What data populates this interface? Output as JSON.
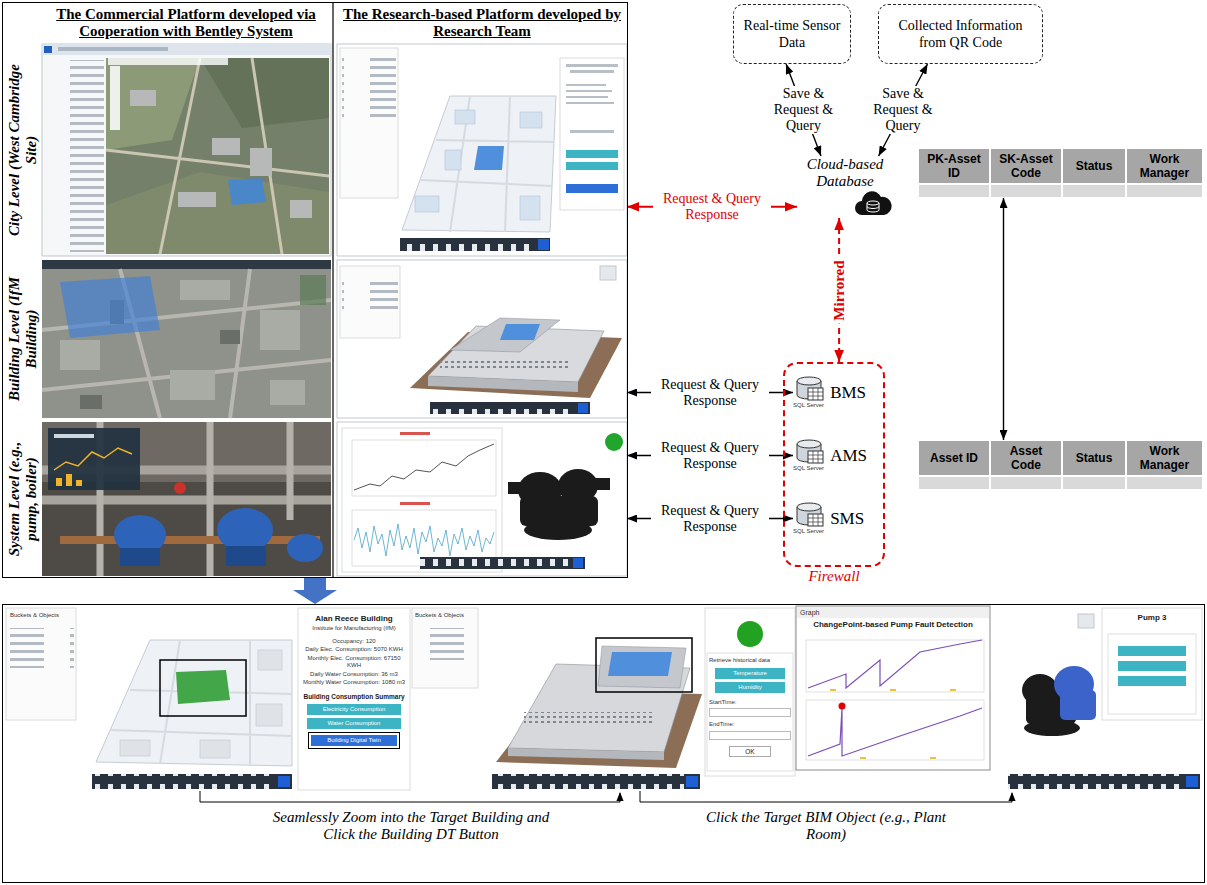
{
  "diagram": {
    "nodes": [
      {
        "text": [
          "The Commercial Platform developed via Cooperation with Bentley System",
          "The Research-based Platform developed by Research Team"
        ]
      },
      {
        "text": [
          "City Level (West Cambridge Site)"
        ],
        "in": 0
      },
      {
        "text": [
          "Building Level (IfM Building)"
        ],
        "in": 0
      },
      {
        "text": [
          "System Level (e.g., pump, boiler)"
        ],
        "in": 0
      },
      {
        "text": [
          "Real-time Sensor Data"
        ]
      },
      {
        "text": [
          "Collected Information from QR Code"
        ]
      },
      {
        "text": [
          "Cloud-based Database"
        ]
      },
      {
        "text": [
          "PK-Asset ID",
          "SK-Asset Code",
          "Status",
          "Work Manager"
        ]
      },
      {
        "text": [
          "Asset ID",
          "Asset Code",
          "Status",
          "Work Manager"
        ]
      },
      {
        "text": [
          "Firewall"
        ]
      },
      {
        "text": [
          "SQL Server",
          "BMS"
        ],
        "in": 9
      },
      {
        "text": [
          "SQL Server",
          "AMS"
        ],
        "in": 9
      },
      {
        "text": [
          "SQL Server",
          "SMS"
        ],
        "in": 9
      },
      {
        "text": [
          "Seamlessly Zoom into the Target Building and Click the Building DT Button",
          "Click the Target BIM Object (e.g., Plant Room)"
        ]
      }
    ],
    "edges": [
      {
        "from": 4,
        "to": 6,
        "label": "Save & Request & Query",
        "arrow": "both"
      },
      {
        "from": 5,
        "to": 6,
        "label": "Save & Request & Query",
        "arrow": "both"
      },
      {
        "from": 1,
        "to": 6,
        "label": "Request & Query Response",
        "arrow": "both"
      },
      {
        "from": 6,
        "to": 9,
        "label": "Mirrored",
        "arrow": "both"
      },
      {
        "from": 2,
        "to": 10,
        "label": "Request & Query Response",
        "arrow": "both"
      },
      {
        "from": 3,
        "to": 11,
        "label": "Request & Query Response",
        "arrow": "both"
      },
      {
        "from": 3,
        "to": 12,
        "label": "Request & Query Response",
        "arrow": "both"
      },
      {
        "from": 7,
        "to": 8,
        "arrow": "both"
      },
      {
        "from": 0,
        "to": 13,
        "arrow": "to"
      }
    ],
    "labels": [
      "Buckets & Objects",
      "Alan Reece Building",
      "Institute for Manufacturing (IfM)",
      "Occupancy: 120",
      "Daily Elec. Consumption: 5070 KWH",
      "Monthly Elec. Consumption: 67150 KWH",
      "Daily Water Consumption: 36 m3",
      "Monthly Water Consumption: 1080 m3",
      "Building Consumption Summary",
      "Electricity Consumption",
      "Water Consumption",
      "Building Digital Twin",
      "Buckets & Objects",
      "Retrieve historical data",
      "Temperature",
      "Humidity",
      "StartTime:",
      "EndTime:",
      "OK",
      "Graph",
      "ChangePoint-based Pump Fault Detection",
      "Pump 3"
    ]
  }
}
